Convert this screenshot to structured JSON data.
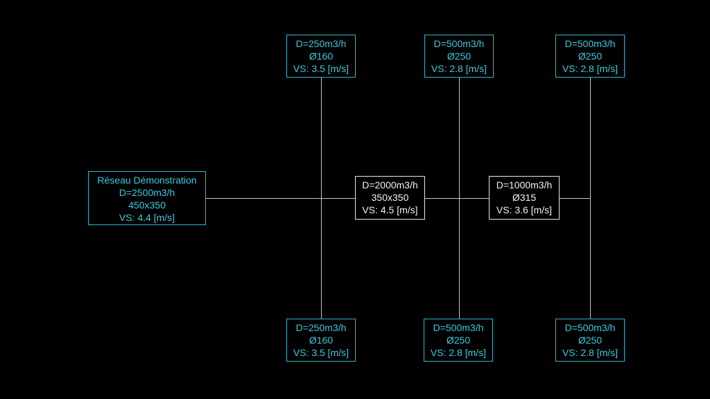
{
  "colors": {
    "background": "#000000",
    "branch_accent": "#3bcbdd",
    "trunk_accent": "#f2f2f2",
    "connector": "#c9c9c9"
  },
  "nodes": {
    "root": {
      "name": "Réseau Démonstration",
      "flow": "D=2500m3/h",
      "size": "450x350",
      "velocity": "VS: 4.4 [m/s]"
    },
    "trunk_mid": {
      "flow": "D=2000m3/h",
      "size": "350x350",
      "velocity": "VS: 4.5 [m/s]"
    },
    "trunk_right": {
      "flow": "D=1000m3/h",
      "size": "Ø315",
      "velocity": "VS: 3.6 [m/s]"
    },
    "branch_top_1": {
      "flow": "D=250m3/h",
      "size": "Ø160",
      "velocity": "VS: 3.5 [m/s]"
    },
    "branch_top_2": {
      "flow": "D=500m3/h",
      "size": "Ø250",
      "velocity": "VS: 2.8 [m/s]"
    },
    "branch_top_3": {
      "flow": "D=500m3/h",
      "size": "Ø250",
      "velocity": "VS: 2.8 [m/s]"
    },
    "branch_bottom_1": {
      "flow": "D=250m3/h",
      "size": "Ø160",
      "velocity": "VS: 3.5 [m/s]"
    },
    "branch_bottom_2": {
      "flow": "D=500m3/h",
      "size": "Ø250",
      "velocity": "VS: 2.8 [m/s]"
    },
    "branch_bottom_3": {
      "flow": "D=500m3/h",
      "size": "Ø250",
      "velocity": "VS: 2.8 [m/s]"
    }
  }
}
